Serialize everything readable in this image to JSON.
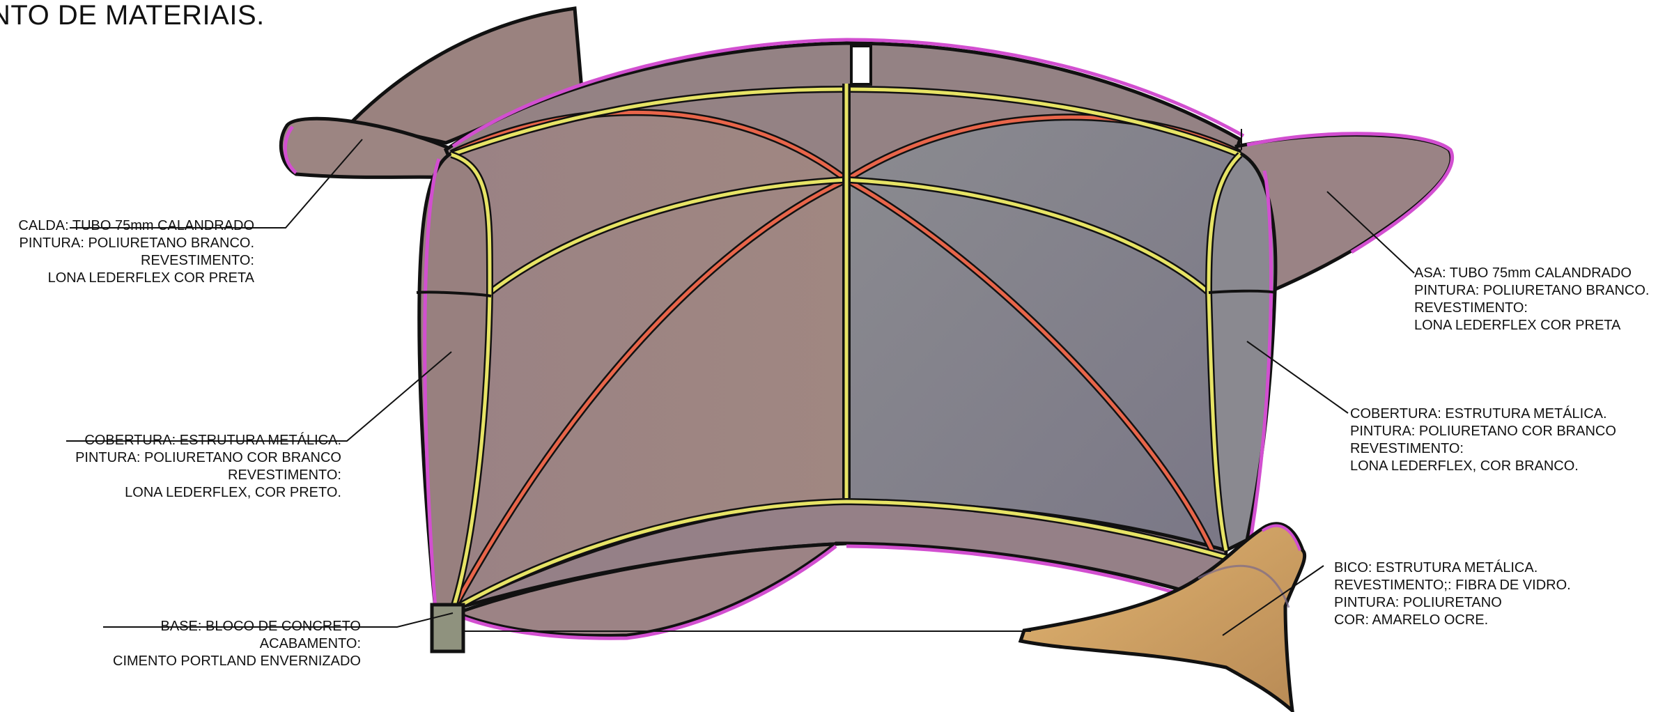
{
  "title": "NTO DE MATERIAIS.",
  "annotations": {
    "calda": [
      "CALDA: TUBO 75mm CALANDRADO",
      "PINTURA: POLIURETANO BRANCO.",
      "REVESTIMENTO:",
      "LONA LEDERFLEX COR PRETA"
    ],
    "asa": [
      "ASA: TUBO 75mm CALANDRADO",
      "PINTURA: POLIURETANO BRANCO.",
      "REVESTIMENTO:",
      "LONA LEDERFLEX COR PRETA"
    ],
    "cobertura_left": [
      "COBERTURA: ESTRUTURA METÁLICA.",
      "PINTURA: POLIURETANO COR BRANCO",
      "REVESTIMENTO:",
      "LONA LEDERFLEX, COR PRETO."
    ],
    "cobertura_right": [
      "COBERTURA: ESTRUTURA METÁLICA.",
      "PINTURA: POLIURETANO COR BRANCO",
      "REVESTIMENTO:",
      "LONA LEDERFLEX, COR BRANCO."
    ],
    "bico": [
      "BICO: ESTRUTURA METÁLICA.",
      "REVESTIMENTO;: FIBRA DE VIDRO.",
      "PINTURA: POLIURETANO",
      "COR: AMARELO OCRE."
    ],
    "base": [
      "BASE: BLOCO DE CONCRETO",
      "ACABAMENTO:",
      "CIMENTO PORTLAND ENVERNIZADO"
    ]
  },
  "colors": {
    "membrane_warm": "#9c8481",
    "membrane_cool": "#7d7986",
    "membrane_grey": "#8c8b8e",
    "arch_red": "#e8654a",
    "arch_yellow": "#e7e466",
    "edge_magenta": "#d24fd0",
    "beak_ocher": "#cc9e5e",
    "base_concrete": "#8f927e",
    "outline": "#111111"
  }
}
